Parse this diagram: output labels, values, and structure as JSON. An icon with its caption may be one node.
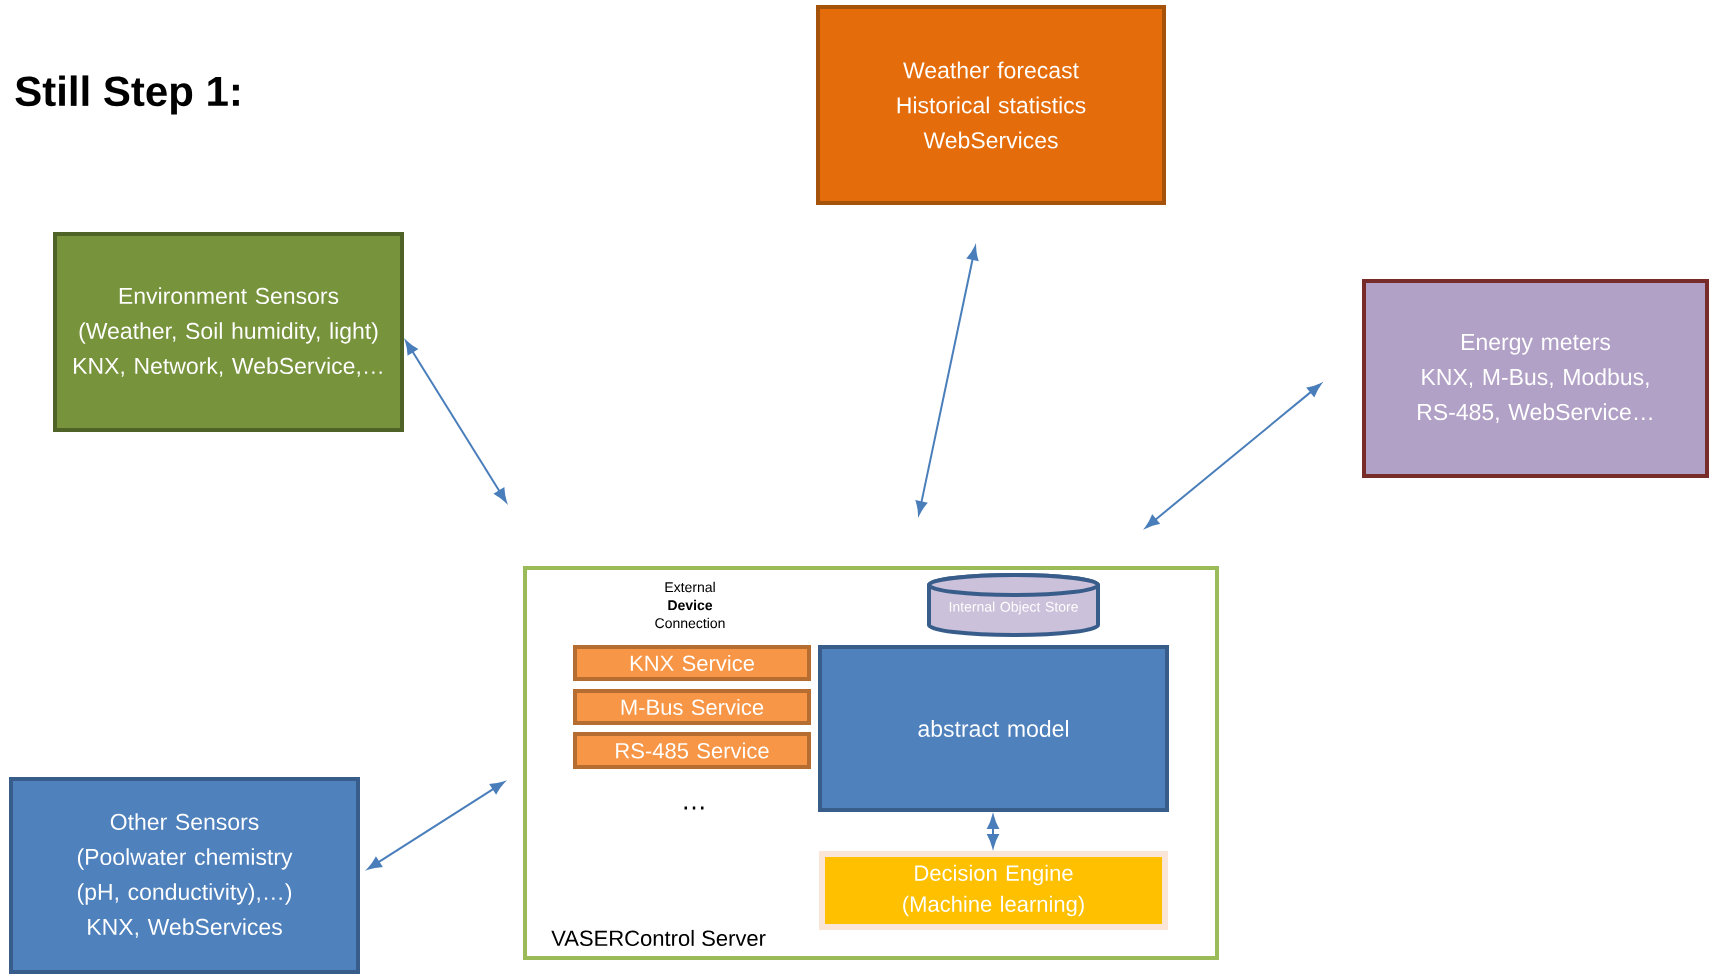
{
  "diagram": {
    "title": "Still Step 1:",
    "nodes": [
      {
        "text": [
          "Weather forecast",
          "Historical statistics",
          "WebServices"
        ]
      },
      {
        "text": [
          "Environment Sensors",
          "(Weather, Soil humidity, light)",
          "KNX, Network, WebService,…"
        ]
      },
      {
        "text": [
          "Energy meters",
          "KNX, M-Bus, Modbus, RS-485, WebService…"
        ]
      },
      {
        "text": [
          "Other Sensors",
          "(Poolwater chemistry (pH, conductivity),…)",
          "KNX, WebServices"
        ]
      },
      {
        "text": [
          "VASERControl Server"
        ]
      },
      {
        "text": [
          "Internal Object Store"
        ],
        "in": 4
      },
      {
        "text": [
          "KNX Service"
        ],
        "in": 4
      },
      {
        "text": [
          "M-Bus Service"
        ],
        "in": 4
      },
      {
        "text": [
          "RS-485 Service"
        ],
        "in": 4
      },
      {
        "text": [
          "abstract model"
        ],
        "in": 4
      },
      {
        "text": [
          "Decision Engine",
          "(Machine learning)"
        ],
        "in": 4
      }
    ],
    "edges": [
      {
        "from": 1,
        "to": 4,
        "arrow": "both"
      },
      {
        "from": 0,
        "to": 4,
        "arrow": "both"
      },
      {
        "from": 2,
        "to": 4,
        "arrow": "both"
      },
      {
        "from": 3,
        "to": 4,
        "arrow": "both"
      },
      {
        "from": 9,
        "to": 10,
        "arrow": "both"
      }
    ],
    "labels": [
      "External **Device** Connection",
      "…"
    ]
  }
}
